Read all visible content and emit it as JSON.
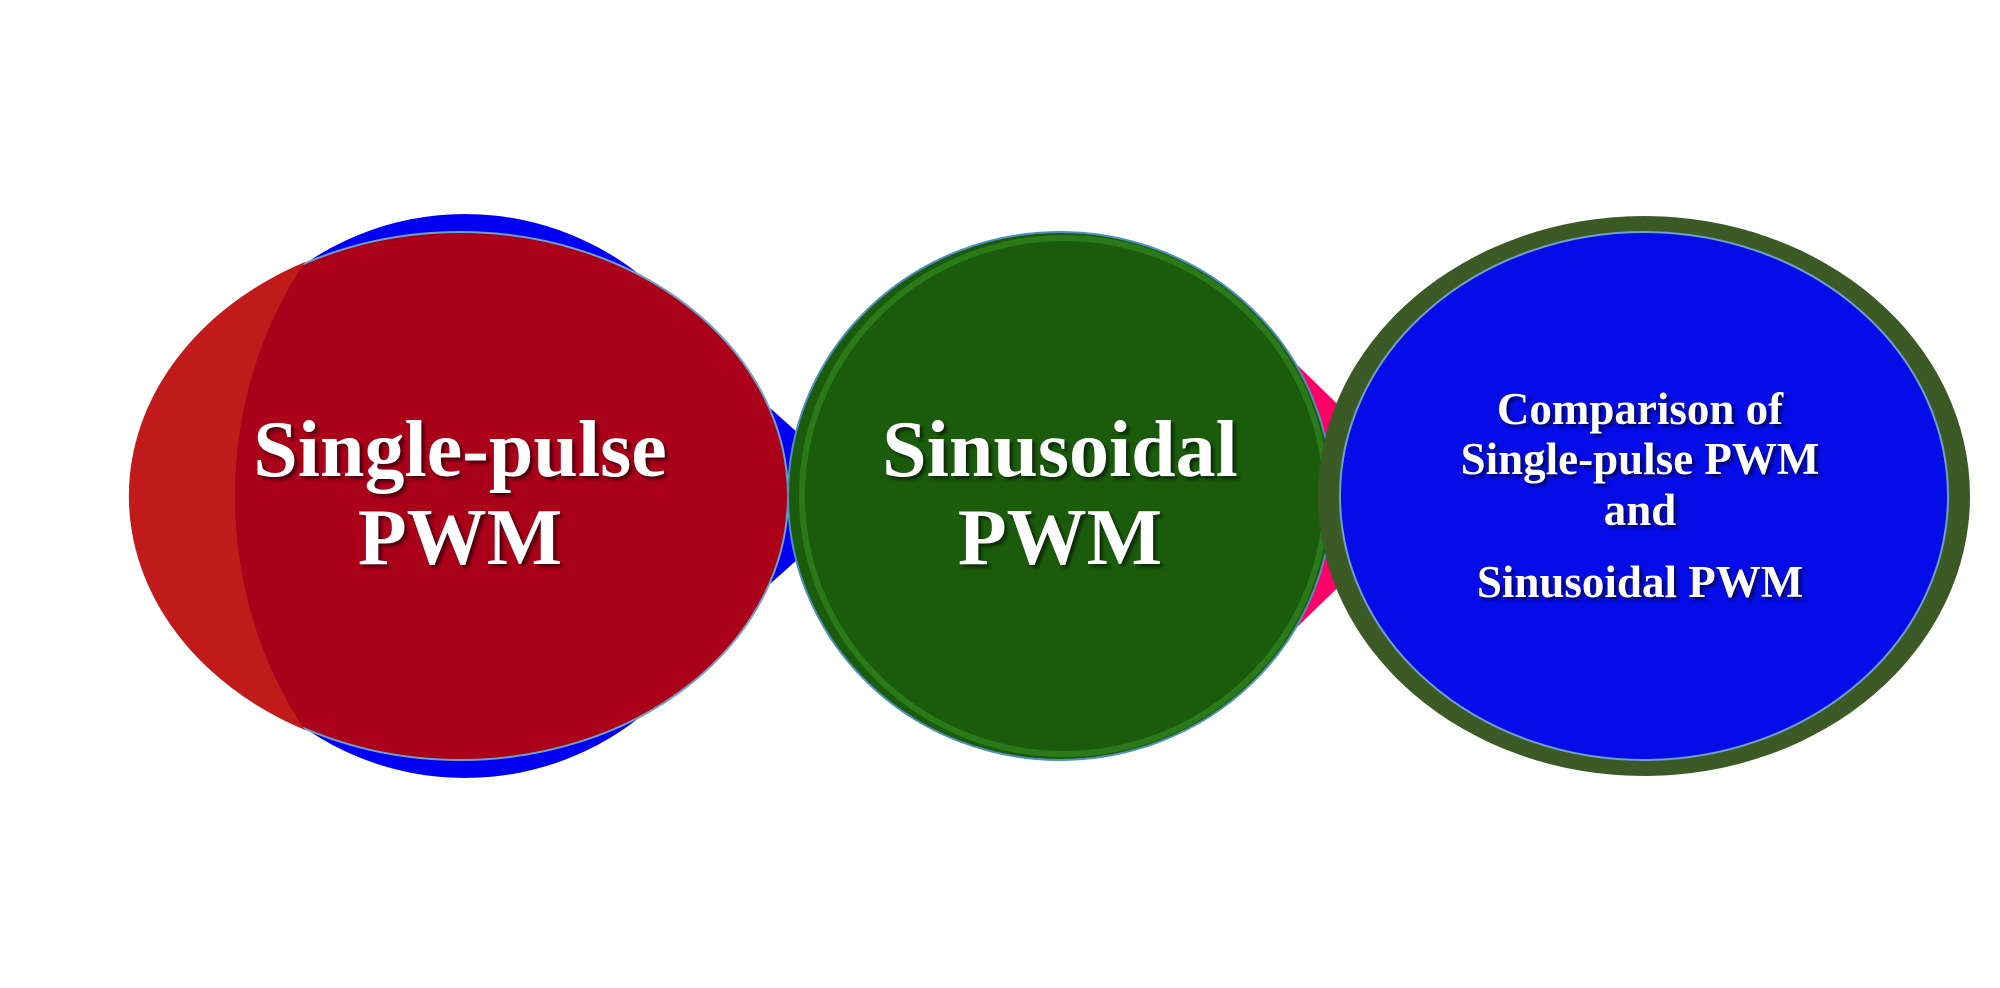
{
  "nodes": [
    {
      "id": "single-pulse",
      "lines": [
        "Single-pulse",
        "PWM"
      ],
      "fill": "#aa0019",
      "accent": "#c11a1a",
      "backdrop": "#0000f2"
    },
    {
      "id": "sinusoidal",
      "lines": [
        "Sinusoidal",
        "PWM"
      ],
      "fill": "#1a5c0c",
      "outline": "#2a7a1a"
    },
    {
      "id": "comparison",
      "lines": [
        "Comparison of",
        "Single-pulse PWM",
        "and",
        "Sinusoidal PWM"
      ],
      "fill": "#050ce8",
      "ring": "#3b5a26"
    }
  ],
  "connectors": [
    {
      "from": "single-pulse",
      "to": "sinusoidal",
      "color": "#0000f2"
    },
    {
      "from": "sinusoidal",
      "to": "comparison",
      "color": "#ff0066"
    }
  ]
}
